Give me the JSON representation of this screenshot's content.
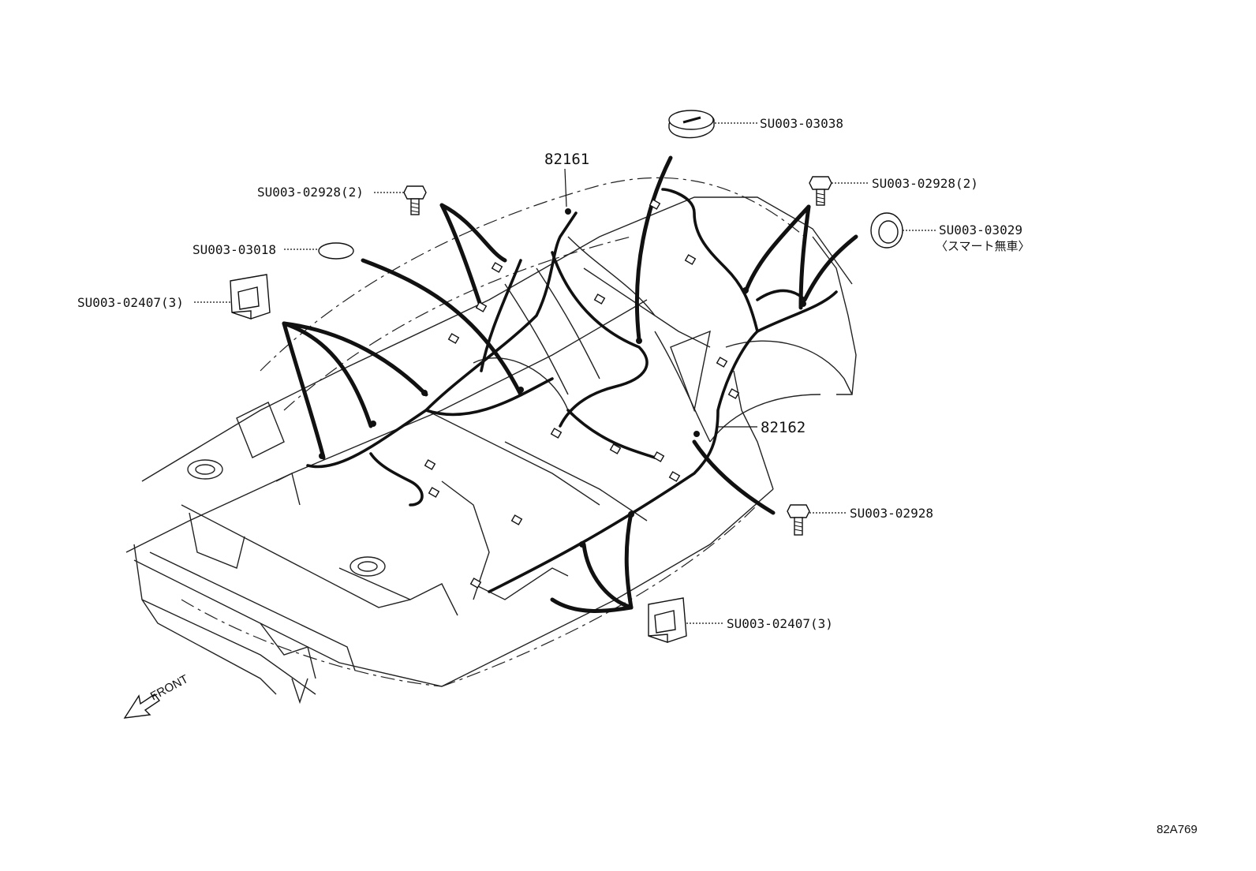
{
  "diagram": {
    "parts": {
      "harness_front": "82161",
      "harness_rear": "82162"
    },
    "labels": {
      "plug_top": "SU003-03038",
      "bolt_left": "SU003-02928(2)",
      "bolt_right_top": "SU003-02928(2)",
      "plug_oval": "SU003-03018",
      "grommet_right": "SU003-03029",
      "grommet_right_note": "〈スマート無車〉",
      "clip_left": "SU003-02407(3)",
      "bolt_right_bottom": "SU003-02928",
      "clip_bottom": "SU003-02407(3)"
    },
    "direction": "FRONT",
    "figure_code": "82A769"
  }
}
